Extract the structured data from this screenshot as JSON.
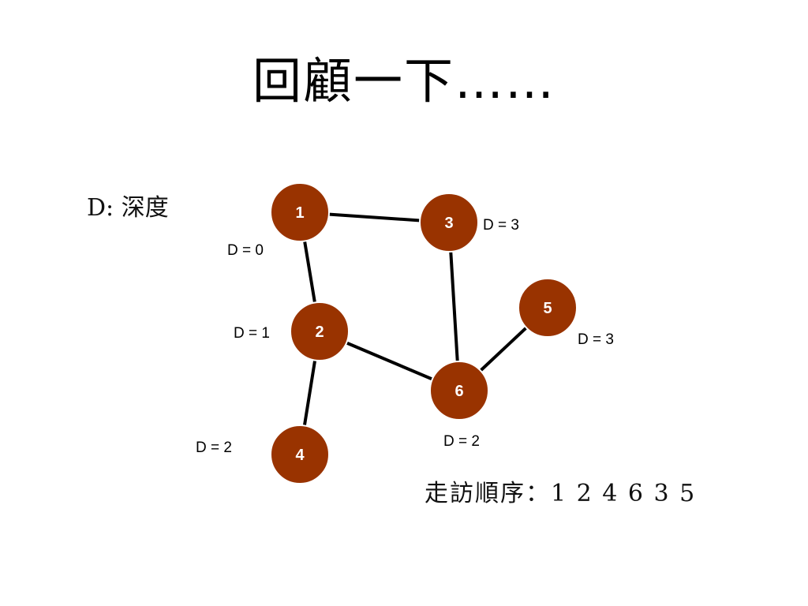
{
  "slide": {
    "title": "回顧一下……",
    "legend": "D: 深度",
    "order": "走訪順序：1  2  4  6  3  5"
  },
  "graph": {
    "node_color": "#993300",
    "nodes": [
      {
        "id": "1",
        "depth_label": "D = 0"
      },
      {
        "id": "2",
        "depth_label": "D = 1"
      },
      {
        "id": "3",
        "depth_label": "D = 3"
      },
      {
        "id": "4",
        "depth_label": "D = 2"
      },
      {
        "id": "5",
        "depth_label": "D = 3"
      },
      {
        "id": "6",
        "depth_label": "D = 2"
      }
    ],
    "edges": [
      {
        "from": "1",
        "to": "3"
      },
      {
        "from": "1",
        "to": "2"
      },
      {
        "from": "3",
        "to": "6"
      },
      {
        "from": "2",
        "to": "6"
      },
      {
        "from": "2",
        "to": "4"
      },
      {
        "from": "6",
        "to": "5"
      }
    ]
  }
}
